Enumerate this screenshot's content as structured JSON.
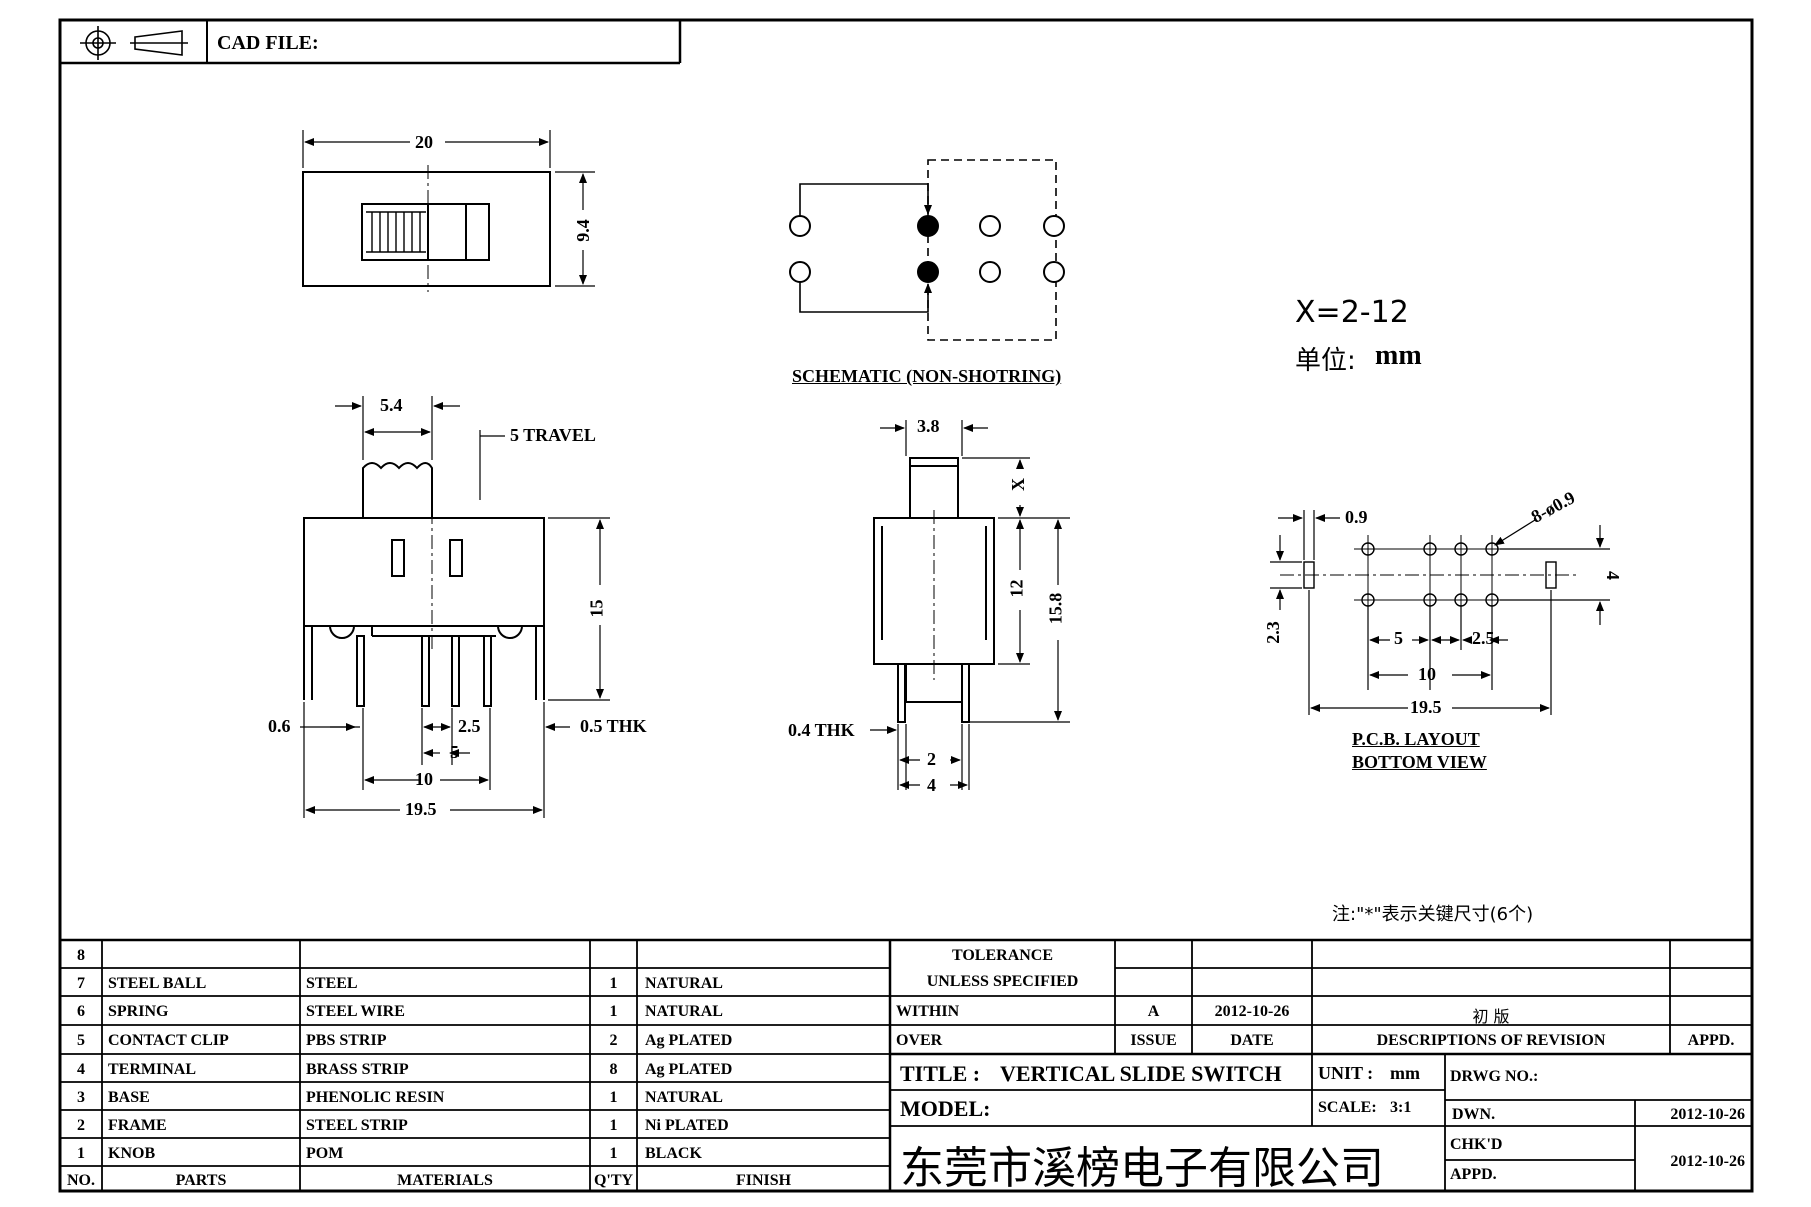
{
  "header": {
    "cad_file_label": "CAD FILE:"
  },
  "dims": {
    "top_width": "20",
    "top_height": "9.4",
    "front_knob": "5.4",
    "front_travel": "5 TRAVEL",
    "front_height": "15",
    "front_pin_w": "0.6",
    "front_thk": "0.5 THK",
    "front_pitch_small": "2.5",
    "front_pitch_5": "5",
    "front_span_10": "10",
    "front_span_19": "19.5",
    "side_knob": "3.8",
    "side_x": "X",
    "side_12": "12",
    "side_158": "15.8",
    "side_thk": "0.4 THK",
    "side_2": "2",
    "side_4": "4",
    "pcb_09": "0.9",
    "pcb_holes": "8-ø0.9",
    "pcb_4": "4",
    "pcb_23": "2.3",
    "pcb_5": "5",
    "pcb_25": "2.5",
    "pcb_10": "10",
    "pcb_195": "19.5"
  },
  "captions": {
    "schematic": "SCHEMATIC (NON-SHOTRING)",
    "pcb_1": "P.C.B. LAYOUT",
    "pcb_2": "BOTTOM VIEW",
    "x_range": "X=2-12",
    "unit_prefix": "单位:",
    "unit_value": "mm",
    "note": "注:\"*\"表示关键尺寸(6个)"
  },
  "bom": [
    {
      "no": "8",
      "part": "",
      "material": "",
      "qty": "",
      "finish": ""
    },
    {
      "no": "7",
      "part": "STEEL BALL",
      "material": "STEEL",
      "qty": "1",
      "finish": "NATURAL"
    },
    {
      "no": "6",
      "part": "SPRING",
      "material": "STEEL WIRE",
      "qty": "1",
      "finish": "NATURAL"
    },
    {
      "no": "5",
      "part": "CONTACT CLIP",
      "material": "PBS STRIP",
      "qty": "2",
      "finish": "Ag PLATED"
    },
    {
      "no": "4",
      "part": "TERMINAL",
      "material": "BRASS STRIP",
      "qty": "8",
      "finish": "Ag PLATED"
    },
    {
      "no": "3",
      "part": "BASE",
      "material": "PHENOLIC RESIN",
      "qty": "1",
      "finish": "NATURAL"
    },
    {
      "no": "2",
      "part": "FRAME",
      "material": "STEEL STRIP",
      "qty": "1",
      "finish": "Ni PLATED"
    },
    {
      "no": "1",
      "part": "KNOB",
      "material": "POM",
      "qty": "1",
      "finish": "BLACK"
    }
  ],
  "bom_headers": {
    "no": "NO.",
    "part": "PARTS",
    "material": "MATERIALS",
    "qty": "Q'TY",
    "finish": "FINISH"
  },
  "tolerance": {
    "line1": "TOLERANCE",
    "line2": "UNLESS  SPECIFIED",
    "within": "WITHIN",
    "over": "OVER"
  },
  "revision": {
    "issue_val": "A",
    "date_val": "2012-10-26",
    "desc_val": "初 版",
    "issue_hdr": "ISSUE",
    "date_hdr": "DATE",
    "desc_hdr": "DESCRIPTIONS OF REVISION",
    "appd_hdr": "APPD."
  },
  "title_block": {
    "title_label": "TITLE :",
    "title_value": "VERTICAL SLIDE SWITCH",
    "unit_label": "UNIT :",
    "unit_value": "mm",
    "drwg_label": "DRWG NO.:",
    "model_label": "MODEL:",
    "scale_label": "SCALE:",
    "scale_value": "3:1",
    "company": "东莞市溪榜电子有限公司",
    "dwn_label": "DWN.",
    "dwn_date": "2012-10-26",
    "chkd_label": "CHK'D",
    "chkd_date": "2012-10-26",
    "appd_label": "APPD."
  }
}
